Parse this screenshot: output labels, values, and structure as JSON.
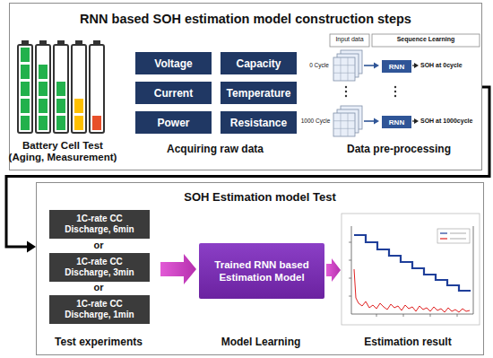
{
  "diagram": {
    "nodes": [
      {
        "text": [
          "RNN based SOH estimation model construction steps"
        ]
      },
      {
        "text": [
          "Voltage"
        ],
        "in": 0
      },
      {
        "text": [
          "Capacity"
        ],
        "in": 0
      },
      {
        "text": [
          "Current"
        ],
        "in": 0
      },
      {
        "text": [
          "Temperature"
        ],
        "in": 0
      },
      {
        "text": [
          "Power"
        ],
        "in": 0
      },
      {
        "text": [
          "Resistance"
        ],
        "in": 0
      },
      {
        "text": [
          "RNN"
        ],
        "in": 0
      },
      {
        "text": [
          "RNN"
        ],
        "in": 0
      },
      {
        "text": [
          "SOH Estimation model Test"
        ]
      },
      {
        "text": [
          "1C-rate CC Discharge, 6min"
        ],
        "in": 9
      },
      {
        "text": [
          "1C-rate CC Discharge, 3min"
        ],
        "in": 9
      },
      {
        "text": [
          "1C-rate CC Discharge, 1min"
        ],
        "in": 9
      },
      {
        "text": [
          "Trained RNN based Estimation Model"
        ],
        "in": 9
      }
    ],
    "edges": [
      {
        "from": 0,
        "to": 9,
        "arrow": "to"
      },
      {
        "from": 11,
        "to": 13,
        "arrow": "to"
      }
    ],
    "labels": [
      "Battery Cell Test (Aging, Measurement)",
      "Acquiring raw data",
      "Input data",
      "Sequence Learning",
      "0 Cycle",
      "1000 Cycle",
      "SOH at 0cycle",
      "SOH at 1000cycle",
      "Data pre-processing",
      "or",
      "or",
      "Test experiments",
      "Model Learning",
      "Estimation result"
    ]
  }
}
